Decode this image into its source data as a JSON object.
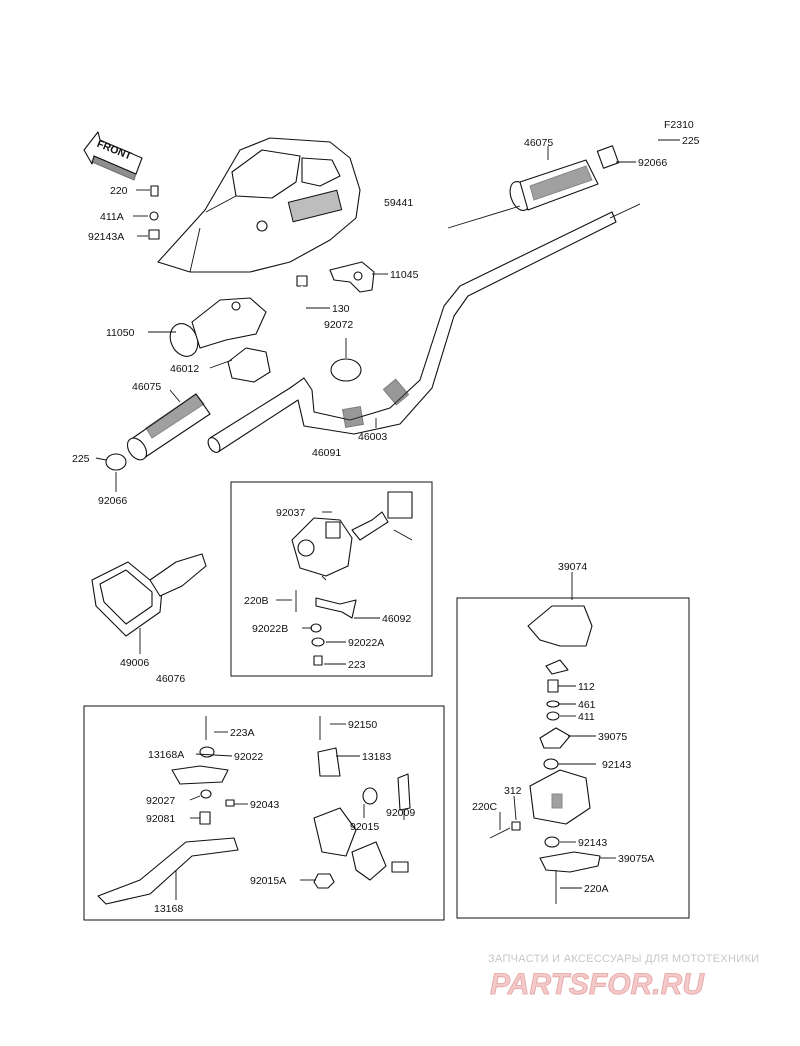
{
  "diagram_code": "F2310",
  "front_label": "FRONT",
  "parts": {
    "p225_top": "225",
    "p46075_top": "46075",
    "p92066_top": "92066",
    "p59441": "59441",
    "p220": "220",
    "p411A": "411A",
    "p92143A": "92143A",
    "p11045": "11045",
    "p130": "130",
    "p92072": "92072",
    "p11050": "11050",
    "p46012": "46012",
    "p46075_left": "46075",
    "p46003": "46003",
    "p225_left": "225",
    "p92066_left": "92066",
    "p46091": "46091",
    "p92037": "92037",
    "p220B": "220B",
    "p46092": "46092",
    "p92022B": "92022B",
    "p92022A": "92022A",
    "p223": "223",
    "p49006": "49006",
    "p46076": "46076",
    "p223A": "223A",
    "p92150": "92150",
    "p13168A": "13168A",
    "p92022": "92022",
    "p13183": "13183",
    "p92027": "92027",
    "p92043": "92043",
    "p92009": "92009",
    "p92081": "92081",
    "p92015": "92015",
    "p92015A": "92015A",
    "p13168": "13168",
    "p39074": "39074",
    "p112": "112",
    "p461": "461",
    "p411": "411",
    "p39075": "39075",
    "p92143_a": "92143",
    "p312": "312",
    "p220C": "220C",
    "p92143_b": "92143",
    "p39075A": "39075A",
    "p220A": "220A"
  },
  "watermark": {
    "tagline": "ЗАПЧАСТИ И АКСЕССУАРЫ ДЛЯ МОТОТЕХНИКИ",
    "brand": "PARTSFOR.RU"
  }
}
